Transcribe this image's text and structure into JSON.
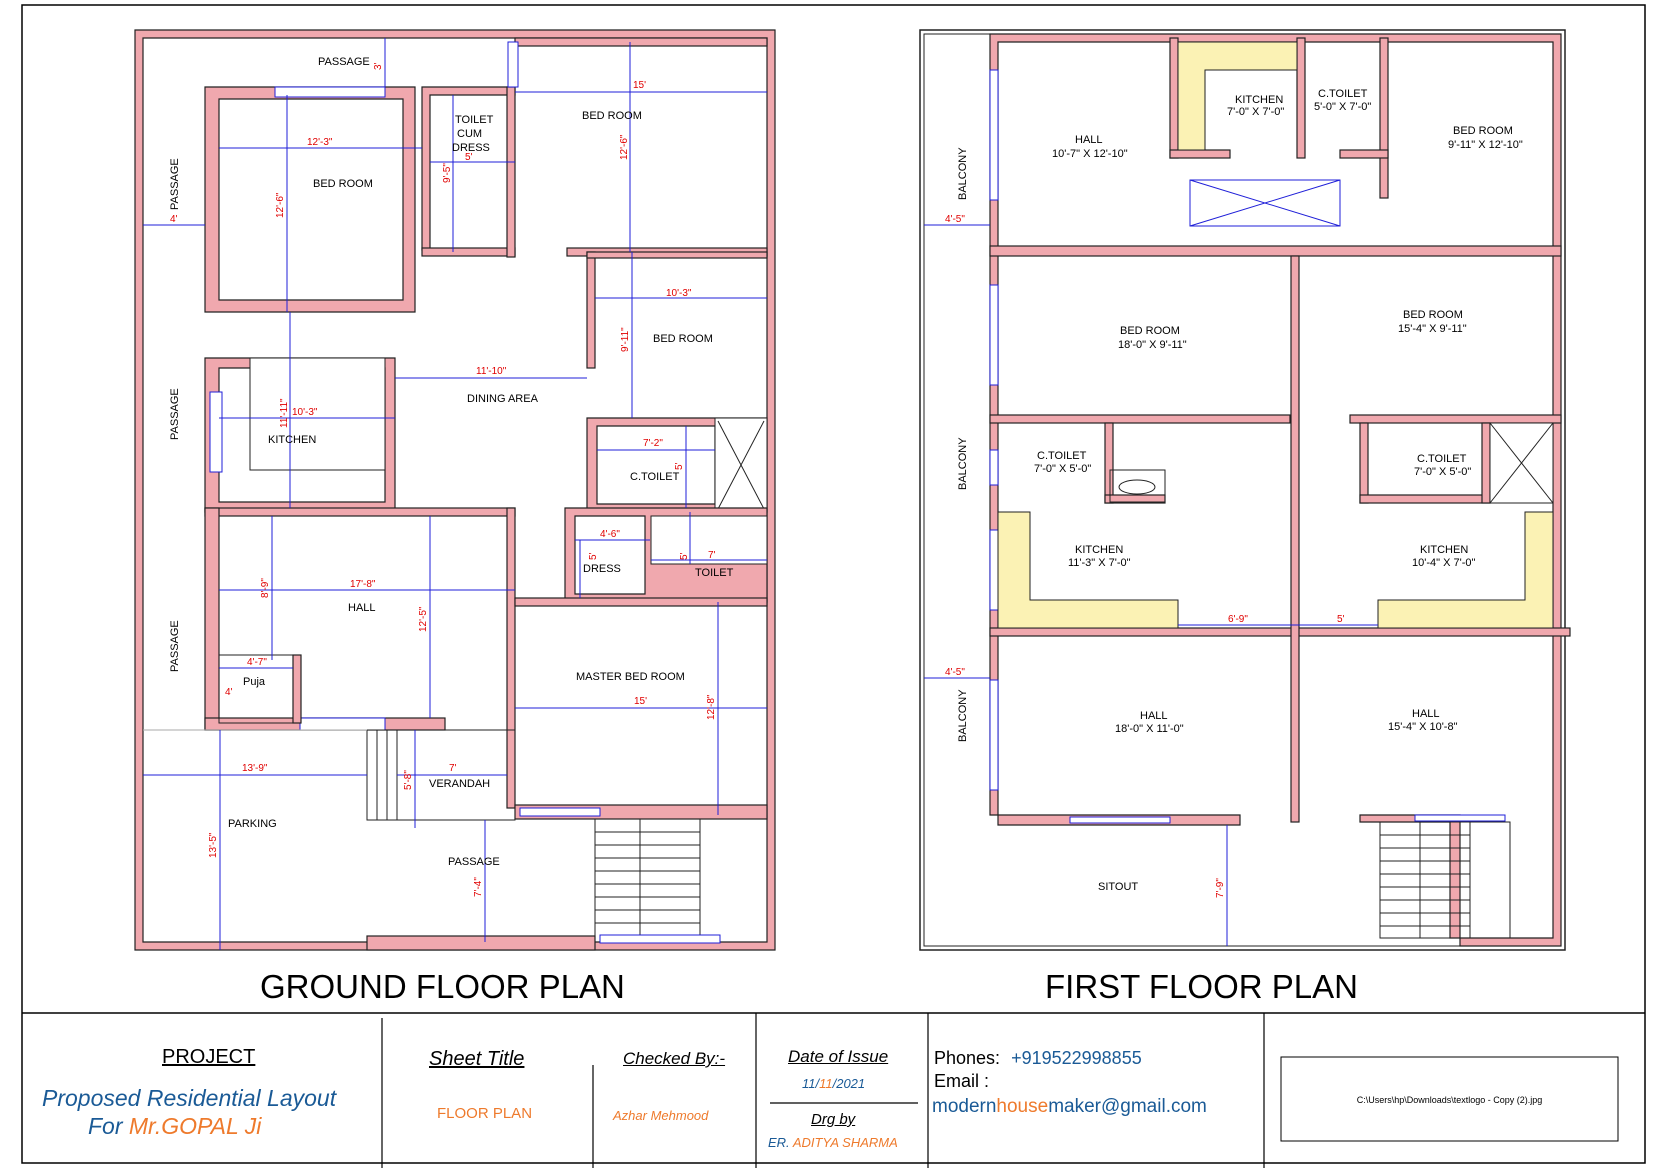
{
  "ground": {
    "title": "GROUND FLOOR PLAN",
    "rooms": {
      "passage_top": "PASSAGE",
      "passage_left1": "PASSAGE",
      "passage_left2": "PASSAGE",
      "passage_left3": "PASSAGE",
      "passage_bottom": "PASSAGE",
      "bed1": "BED ROOM",
      "bed2": "BED ROOM",
      "bed3": "BED ROOM",
      "toilet_dress_1": "TOILET",
      "toilet_dress_2": "CUM",
      "toilet_dress_3": "DRESS",
      "kitchen": "KITCHEN",
      "dining": "DINING AREA",
      "ctoilet": "C.TOILET",
      "dress": "DRESS",
      "toilet": "TOILET",
      "hall": "HALL",
      "puja": "Puja",
      "master": "MASTER BED ROOM",
      "verandah": "VERANDAH",
      "parking": "PARKING"
    },
    "dims": {
      "d15a": "15'",
      "d12_6a": "12'-6\"",
      "d12_3": "12'-3\"",
      "d12_6b": "12'-6\"",
      "d9_5": "9'-5\"",
      "d5a": "5'",
      "d4": "4'",
      "d3": "3'",
      "d10_3a": "10'-3\"",
      "d9_11": "9'-11\"",
      "d11_10": "11'-10\"",
      "d10_3b": "10'-3\"",
      "d11_11": "11'-11\"",
      "d7_2": "7'-2\"",
      "d5b": "5'",
      "d4_6": "4'-6\"",
      "d5c": "5'",
      "d5d": "5'",
      "d7a": "7'",
      "d17_8": "17'-8\"",
      "d8_9": "8'-9\"",
      "d12_5": "12'-5\"",
      "d4_7": "4'-7\"",
      "d4b": "4'",
      "d15b": "15'",
      "d12_8": "12'-8\"",
      "d13_9": "13'-9\"",
      "d7b": "7'",
      "d5_8": "5'-8\"",
      "d13_5": "13'-5\"",
      "d7_4": "7'-4\""
    }
  },
  "first": {
    "title": "FIRST FLOOR PLAN",
    "rooms": {
      "hall1": "HALL",
      "hall1_size": "10'-7\" X 12'-10\"",
      "kitchen1": "KITCHEN",
      "kitchen1_size": "7'-0\" X 7'-0\"",
      "ctoilet1": "C.TOILET",
      "ctoilet1_size": "5'-0\" X 7'-0\"",
      "bed1": "BED ROOM",
      "bed1_size": "9'-11\" X 12'-10\"",
      "bed2": "BED ROOM",
      "bed2_size": "18'-0\" X 9'-11\"",
      "bed3": "BED ROOM",
      "bed3_size": "15'-4\" X 9'-11\"",
      "ctoilet2": "C.TOILET",
      "ctoilet2_size": "7'-0\" X 5'-0\"",
      "ctoilet3": "C.TOILET",
      "ctoilet3_size": "7'-0\" X 5'-0\"",
      "kitchen2": "KITCHEN",
      "kitchen2_size": "11'-3\" X 7'-0\"",
      "kitchen3": "KITCHEN",
      "kitchen3_size": "10'-4\" X 7'-0\"",
      "hall2": "HALL",
      "hall2_size": "18'-0\" X 11'-0\"",
      "hall3": "HALL",
      "hall3_size": "15'-4\" X 10'-8\"",
      "sitout": "SITOUT",
      "balcony1": "BALCONY",
      "balcony2": "BALCONY",
      "balcony3": "BALCONY"
    },
    "dims": {
      "d4_5a": "4'-5\"",
      "d4_5b": "4'-5\"",
      "d6_9": "6'-9\"",
      "d5": "5'",
      "d7_9": "7'-9\""
    }
  },
  "titleblock": {
    "project_heading": "PROJECT",
    "project_line1": "Proposed Residential Layout",
    "project_for": "For",
    "project_client": "Mr.GOPAL Ji",
    "sheet_title_heading": "Sheet Title",
    "sheet_title_value": "FLOOR PLAN",
    "checked_heading": "Checked By:-",
    "checked_value": "Azhar Mehmood",
    "date_heading": "Date of Issue",
    "date_day": "11/",
    "date_month": "11",
    "date_year": "/2021",
    "drg_heading": "Drg by",
    "drg_prefix": "ER.",
    "drg_value": "ADITYA SHARMA",
    "phones_label": "Phones:",
    "phone_value": "+919522998855",
    "email_label": "Email :",
    "email_part1": "modern",
    "email_part2": "house",
    "email_part3": "maker",
    "email_part4": "@gmail.com",
    "logo_path": "C:\\Users\\hp\\Downloads\\textlogo - Copy (2).jpg"
  },
  "colors": {
    "wall": "#f0a8ae",
    "dim": "#e00000",
    "dimline": "#1f1fd8",
    "kitchen_counter": "#fbf2b4",
    "brand_blue": "#1a5a96",
    "brand_orange": "#ee7a2c"
  }
}
